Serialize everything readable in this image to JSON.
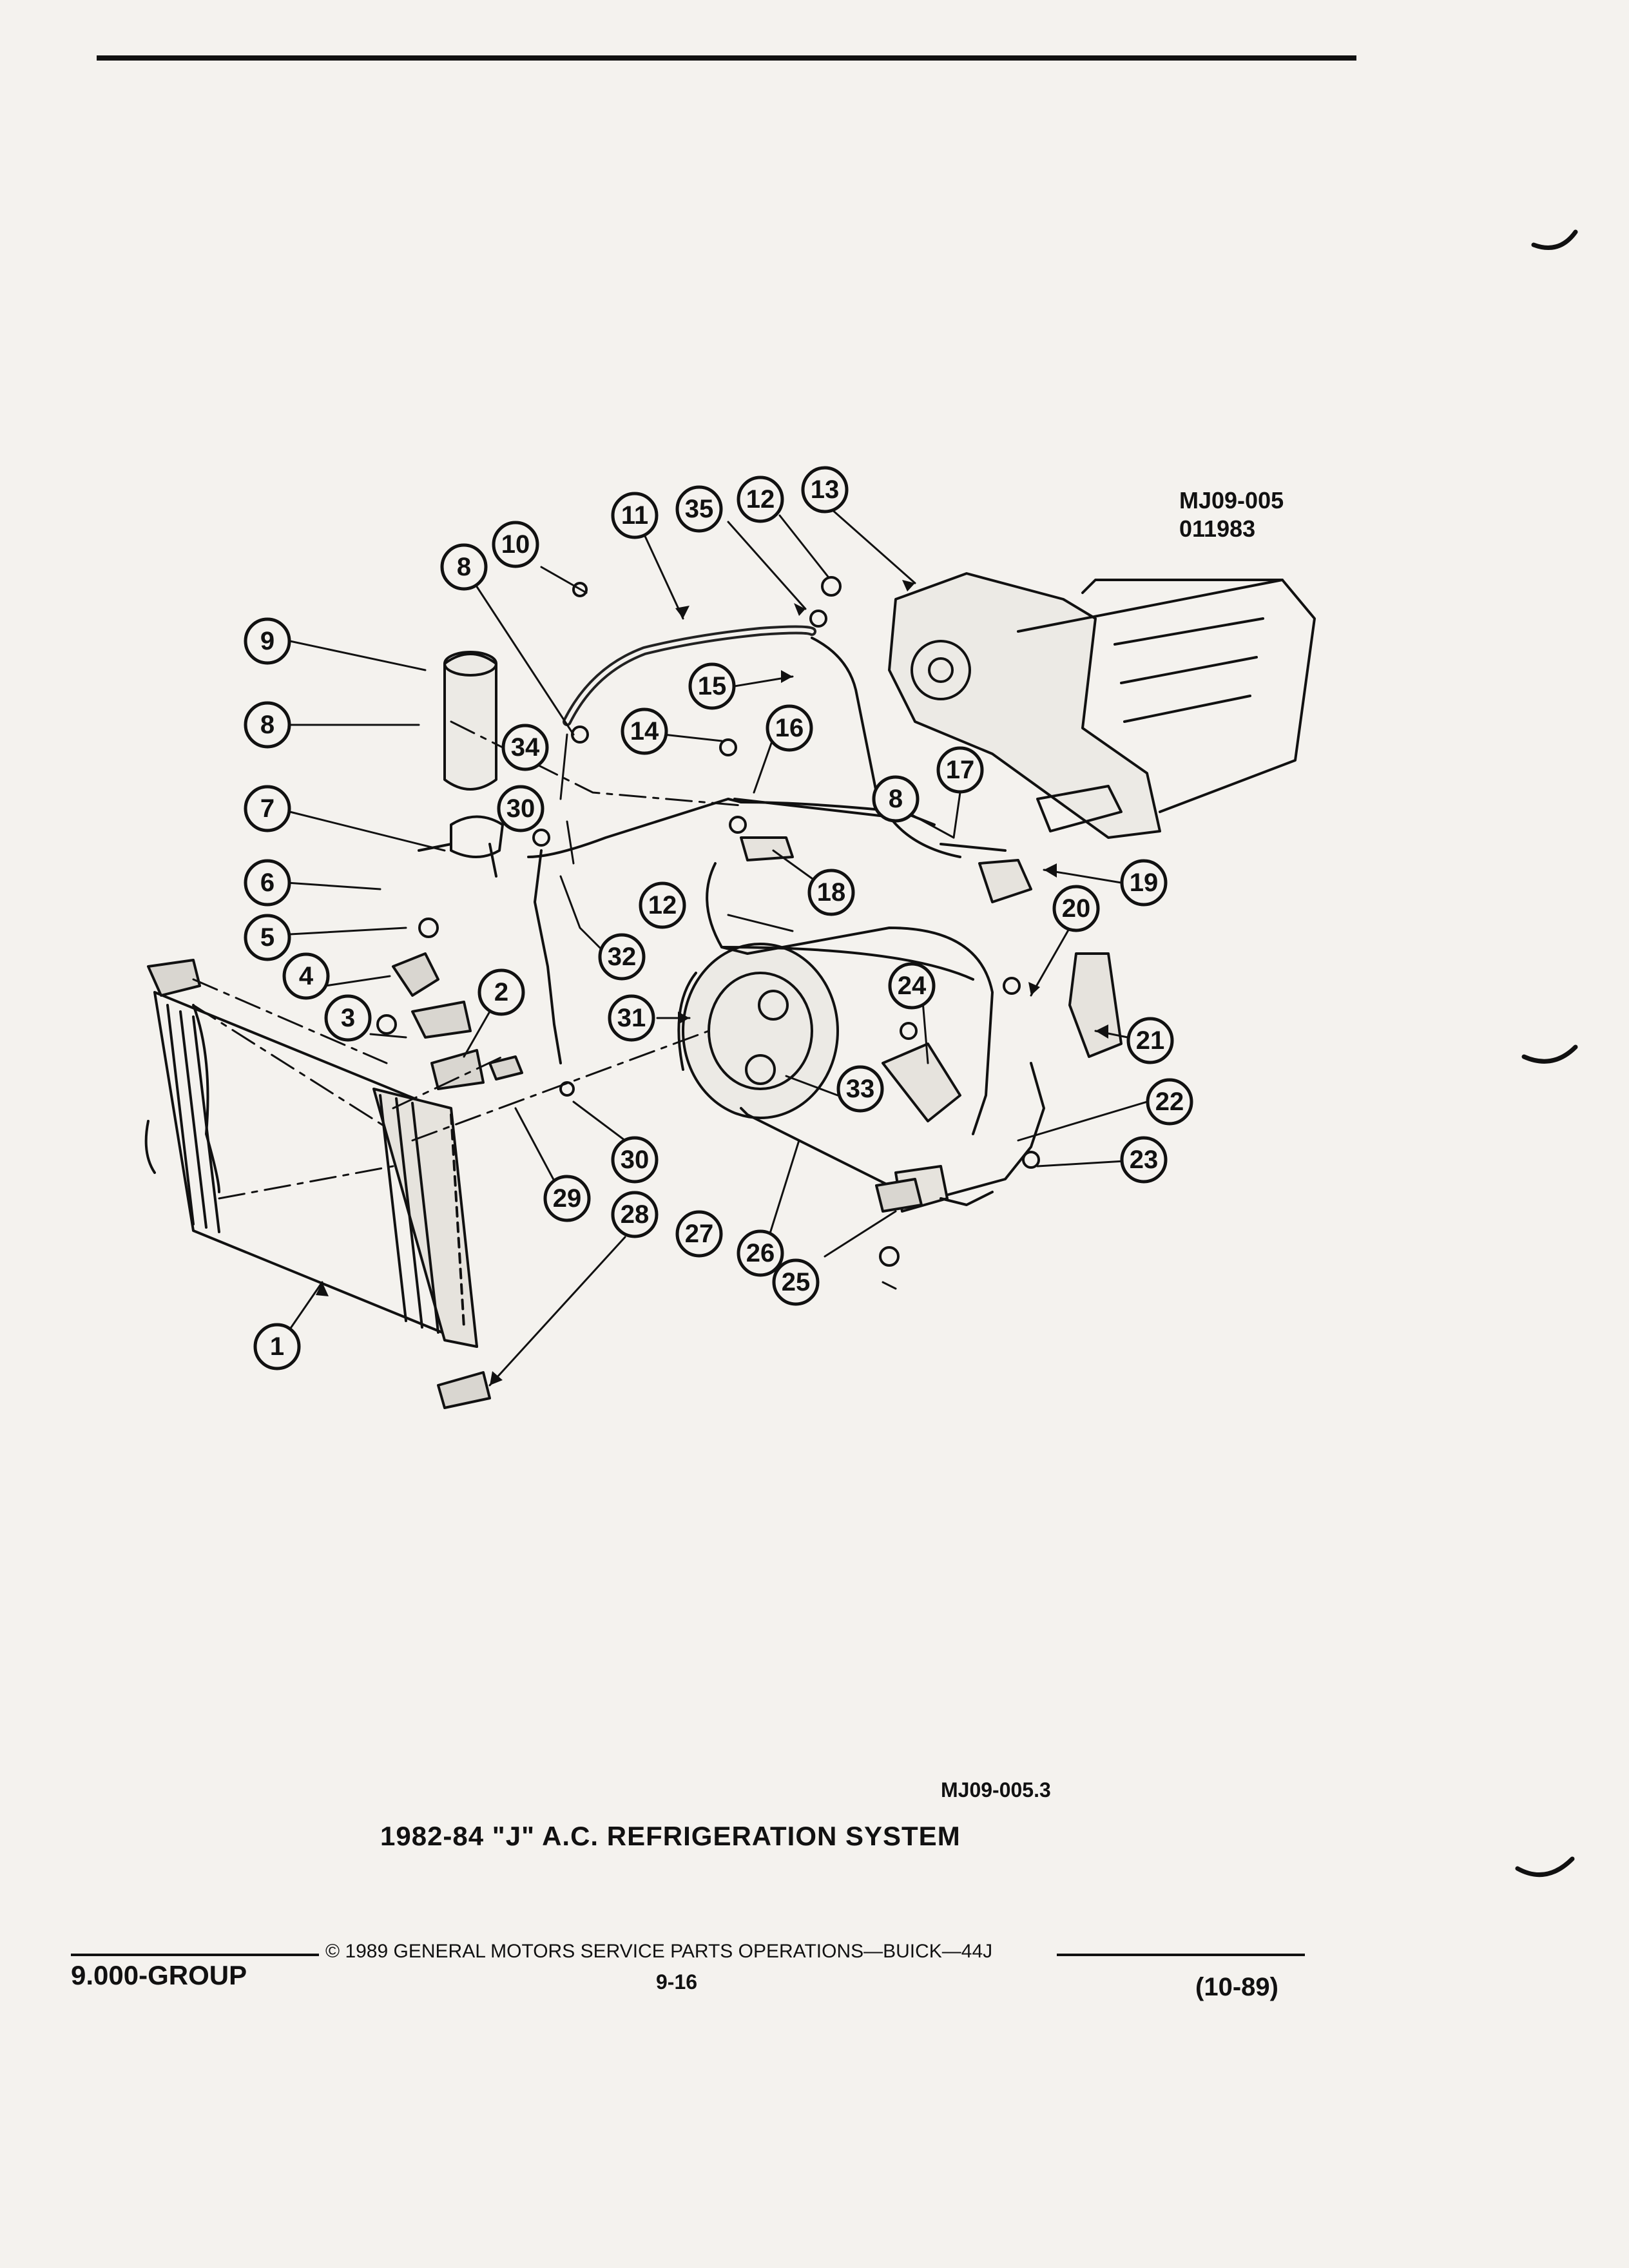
{
  "header": {
    "figure_code": "MJ09-005",
    "figure_date": "011983"
  },
  "figure": {
    "sub_code": "MJ09-005.3",
    "caption": "1982-84 \"J\" A.C. REFRIGERATION SYSTEM",
    "callouts": [
      "1",
      "2",
      "3",
      "4",
      "5",
      "6",
      "7",
      "8",
      "8",
      "8",
      "9",
      "10",
      "11",
      "12",
      "12",
      "13",
      "14",
      "15",
      "16",
      "17",
      "18",
      "19",
      "20",
      "21",
      "22",
      "23",
      "24",
      "25",
      "26",
      "27",
      "28",
      "29",
      "30",
      "30",
      "31",
      "32",
      "33",
      "34",
      "35"
    ]
  },
  "footer": {
    "group": "9.000-GROUP",
    "copyright": "© 1989 GENERAL MOTORS SERVICE PARTS OPERATIONS—BUICK—44J",
    "page_number": "9-16",
    "revision": "(10-89)"
  }
}
